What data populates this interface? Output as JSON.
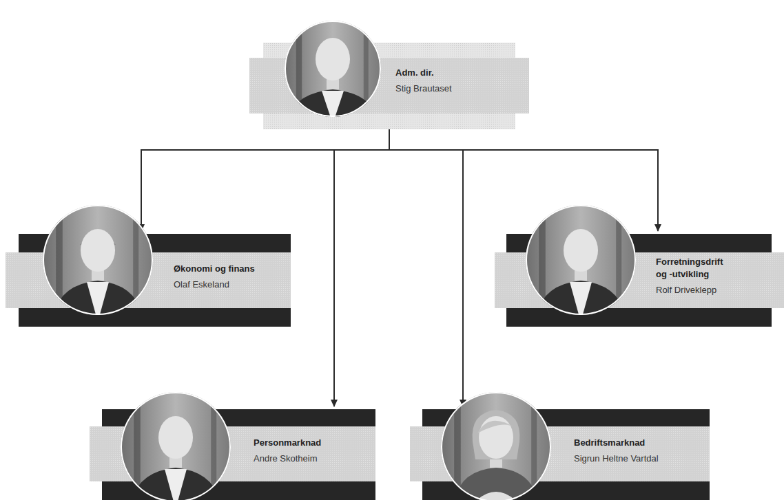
{
  "diagram": {
    "nodes": [
      {
        "text": [
          "Adm. dir.",
          "Stig Brautaset"
        ]
      },
      {
        "text": [
          "Økonomi og finans",
          "Olaf Eskeland"
        ]
      },
      {
        "text": [
          "Forretningsdrift og -utvikling",
          "Rolf Driveklepp"
        ]
      },
      {
        "text": [
          "Personmarknad",
          "Andre Skotheim"
        ]
      },
      {
        "text": [
          "Bedriftsmarknad",
          "Sigrun Heltne Vartdal"
        ]
      }
    ],
    "edges": [
      {
        "from": 0,
        "to": 1,
        "arrow": "to"
      },
      {
        "from": 0,
        "to": 2,
        "arrow": "to"
      },
      {
        "from": 0,
        "to": 3,
        "arrow": "to"
      },
      {
        "from": 0,
        "to": 4,
        "arrow": "to"
      }
    ]
  }
}
